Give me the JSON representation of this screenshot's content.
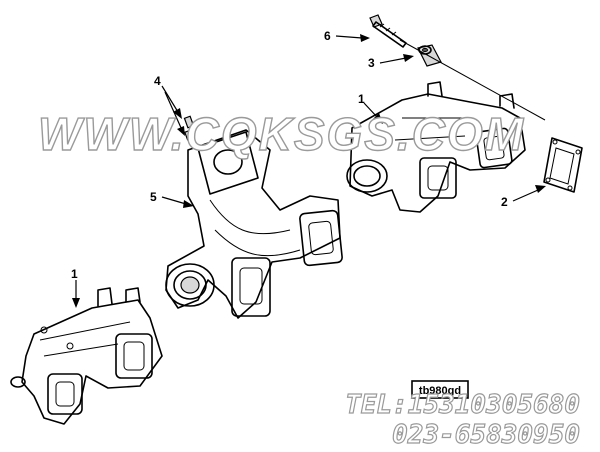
{
  "callouts": {
    "c6": "6",
    "c3": "3",
    "c4": "4",
    "c1_top": "1",
    "c5": "5",
    "c2": "2",
    "c1_bottom": "1"
  },
  "tag": "tb980gd",
  "watermark": "WWW.CQKSGS.COM",
  "contact": {
    "tel": "TEL:15310305680",
    "phone": "023-65830950"
  }
}
